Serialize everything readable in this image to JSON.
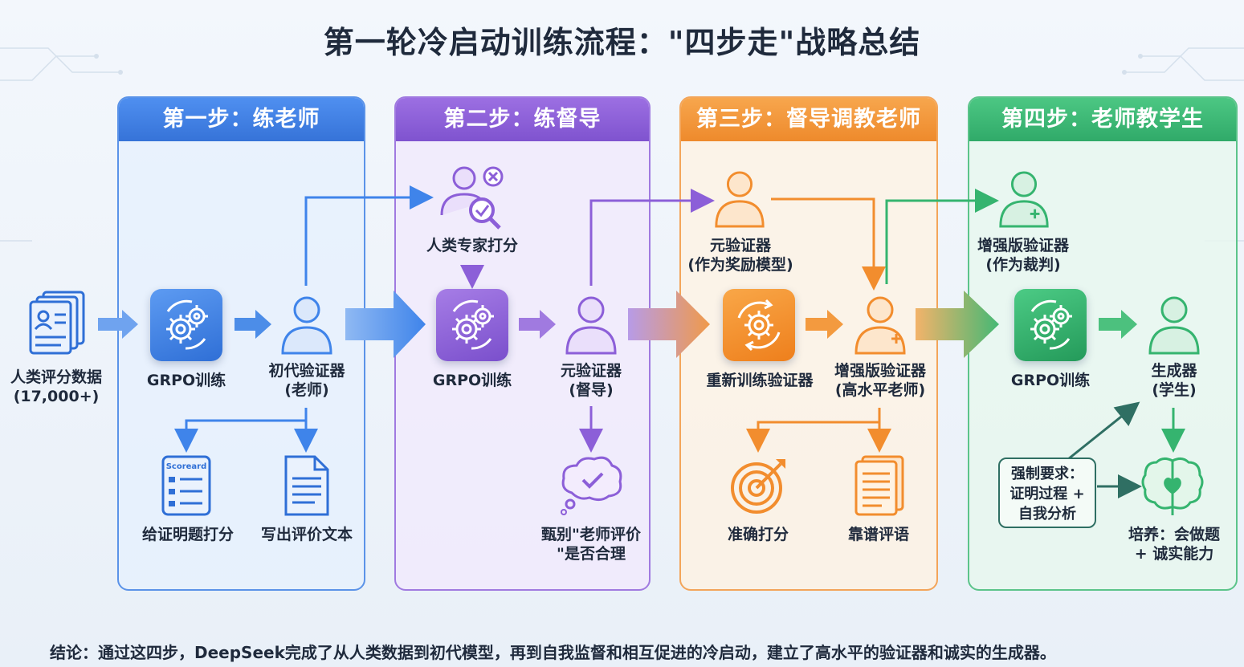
{
  "title": "第一轮冷启动训练流程：\"四步走\"战略总结",
  "input": {
    "label": "人类评分数据\n(17,000+)"
  },
  "steps": [
    {
      "header": "第一步：练老师",
      "training_label": "GRPO训练",
      "verifier_label": "初代验证器\n(老师)",
      "outputs": [
        "给证明题打分",
        "写出评价文本"
      ],
      "scorecard_text": "Scoreard"
    },
    {
      "header": "第二步：练督导",
      "expert_label": "人类专家打分",
      "training_label": "GRPO训练",
      "verifier_label": "元验证器\n(督导)",
      "output": "甄别\"老师评价\n\"是否合理"
    },
    {
      "header": "第三步：督导调教老师",
      "meta_label": "元验证器\n(作为奖励模型)",
      "retrain_label": "重新训练验证器",
      "enhanced_label": "增强版验证器\n(高水平老师)",
      "outputs": [
        "准确打分",
        "靠谱评语"
      ]
    },
    {
      "header": "第四步：老师教学生",
      "judge_label": "增强版验证器\n(作为裁判)",
      "training_label": "GRPO训练",
      "generator_label": "生成器\n(学生)",
      "requirement": "强制要求：\n证明过程 +\n自我分析",
      "result": "培养：会做题\n+ 诚实能力"
    }
  ],
  "conclusion": "结论：通过这四步，DeepSeek完成了从人类数据到初代模型，再到自我监督和相互促进的冷启动，建立了高水平的验证器和诚实的生成器。",
  "colors": {
    "blue": "#3f84ea",
    "purple": "#8c5fd8",
    "orange": "#f28d2e",
    "green": "#35b46f",
    "teal": "#2f6f63"
  },
  "icons": [
    "document-stack-icon",
    "gear-icon",
    "person-icon",
    "expert-review-icon",
    "cycle-gear-icon",
    "person-plus-icon",
    "scorecard-icon",
    "document-icon",
    "thought-check-icon",
    "target-icon",
    "document-pages-icon",
    "brain-heart-icon"
  ]
}
